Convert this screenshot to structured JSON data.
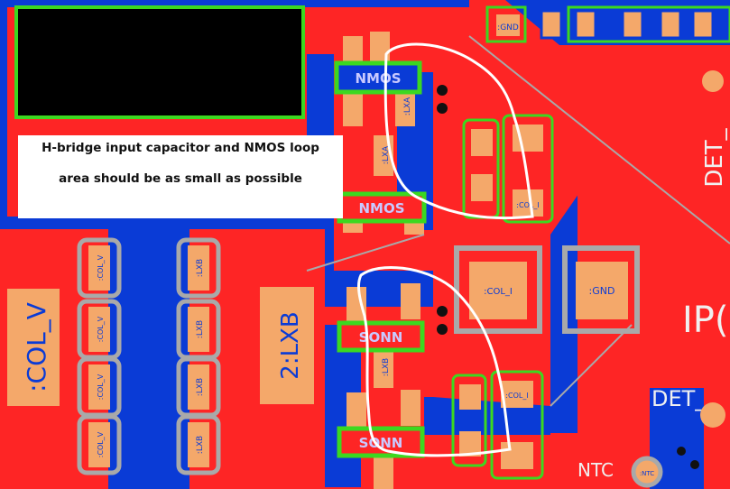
{
  "annotation": {
    "line1": "H-bridge input capacitor and NMOS loop",
    "line2": "area should be as small as possible"
  },
  "components": {
    "nmos_label": "NMOS",
    "sonn_label": "SONN"
  },
  "pads": {
    "gnd": ":GND",
    "col_v": ":COL_V",
    "col_i": ":COL_I",
    "lxa": ":LXA",
    "lxb": ":LXB",
    "col_v_big": ":COL_V",
    "lxb_big": "2:LXB",
    "ntc": ":NTC"
  },
  "board_text": {
    "det_top": "DET_",
    "det_mid": "DET_",
    "ipc": "IP(",
    "ntc": "NTC"
  },
  "colors": {
    "copper_top": "#fe2525",
    "copper_bottom": "#0a3bd6",
    "pad": "#f4a86a",
    "silk_green": "#3cd820",
    "keepout_gray": "#a9a9a9",
    "board_bg": "#e20000"
  }
}
